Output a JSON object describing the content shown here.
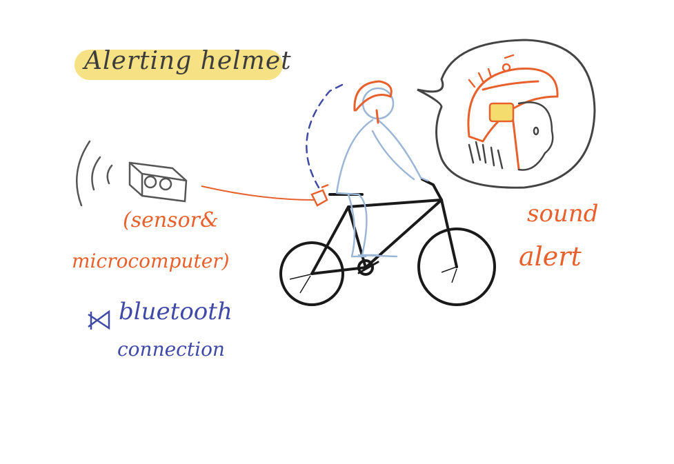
{
  "title": "Alerting helmet",
  "sensor_label_line1": "(sensor&",
  "sensor_label_line2": "microcomputer)",
  "bluetooth_label_line1": "bluetooth",
  "bluetooth_label_line2": "connection",
  "sound_label_line1": "sound",
  "sound_label_line2": "alert",
  "colors": {
    "highlight": "#f4dc6e",
    "orange": "#e8602c",
    "blue": "#3f49a6",
    "rider": "#9bb6d6",
    "ink": "#1a1a1a",
    "grey": "#555555"
  }
}
